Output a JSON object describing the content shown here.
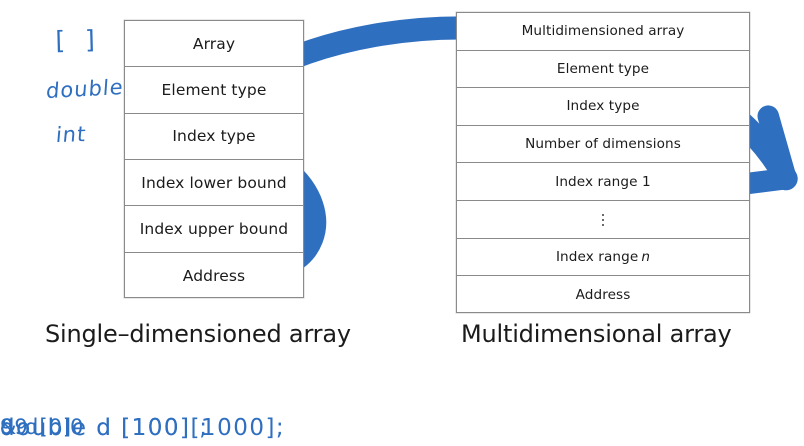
{
  "single_array": {
    "caption": "Single–dimensioned array",
    "rows": [
      "Array",
      "Element type",
      "Index type",
      "Index lower bound",
      "Index upper bound",
      "Address"
    ],
    "annotations": {
      "name": "[ ]",
      "element_type": "double",
      "index_type": "int",
      "index_lower_bound": "0",
      "index_upper_bound": "99",
      "address": "& d[0]"
    },
    "declaration": "double d [100] ;"
  },
  "multi_array": {
    "caption": "Multidimensional array",
    "rows": [
      "Multidimensioned array",
      "Element type",
      "Index type",
      "Number of dimensions",
      "Index range 1",
      "⋮",
      "Index range ",
      "Address"
    ],
    "index_range_n_italic": "n",
    "declaration": "double d [100][1000];"
  },
  "colors": {
    "ink": "#2f6fc0",
    "table_border": "#8a8a8a",
    "text": "#1b1b1b",
    "background": "#ffffff"
  }
}
